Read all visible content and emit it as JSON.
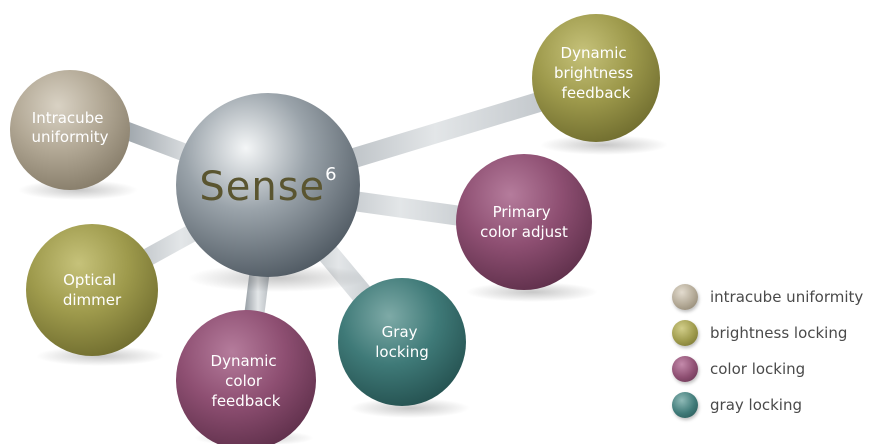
{
  "diagram": {
    "center": {
      "title": "Sense",
      "superscript": "6"
    },
    "nodes": [
      {
        "id": "intracube",
        "lines": [
          "Intracube",
          "uniformity"
        ],
        "category": "intracube"
      },
      {
        "id": "dynamic-brightness",
        "lines": [
          "Dynamic",
          "brightness",
          "feedback"
        ],
        "category": "brightness"
      },
      {
        "id": "primary-color",
        "lines": [
          "Primary",
          "color adjust"
        ],
        "category": "color"
      },
      {
        "id": "optical-dimmer",
        "lines": [
          "Optical",
          "dimmer"
        ],
        "category": "brightness"
      },
      {
        "id": "gray-locking",
        "lines": [
          "Gray",
          "locking"
        ],
        "category": "gray"
      },
      {
        "id": "dynamic-color",
        "lines": [
          "Dynamic",
          "color",
          "feedback"
        ],
        "category": "color"
      }
    ]
  },
  "legend": {
    "items": [
      {
        "label": "intracube uniformity",
        "category": "intracube"
      },
      {
        "label": "brightness locking",
        "category": "brightness"
      },
      {
        "label": "color locking",
        "category": "color"
      },
      {
        "label": "gray locking",
        "category": "gray"
      }
    ]
  },
  "colors": {
    "intracube": "#b2a895",
    "brightness": "#9e9a4c",
    "color": "#8e4f72",
    "gray": "#3f7a78",
    "center": "#7a8590",
    "connector": "#c8cccf"
  }
}
